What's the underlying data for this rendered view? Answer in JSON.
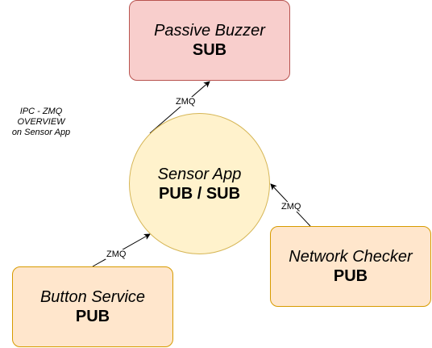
{
  "note": {
    "line1": "IPC - ZMQ",
    "line2": "OVERVIEW",
    "line3": "on Sensor App"
  },
  "nodes": {
    "buzzer": {
      "name": "Passive Buzzer",
      "role": "SUB"
    },
    "sensor": {
      "name": "Sensor App",
      "role": "PUB / SUB"
    },
    "button": {
      "name": "Button Service",
      "role": "PUB"
    },
    "network": {
      "name": "Network Checker",
      "role": "PUB"
    }
  },
  "edges": [
    {
      "from": "sensor",
      "to": "buzzer",
      "label": "ZMQ"
    },
    {
      "from": "button",
      "to": "sensor",
      "label": "ZMQ"
    },
    {
      "from": "network",
      "to": "sensor",
      "label": "ZMQ"
    }
  ],
  "colors": {
    "sub_fill": "#f8cecc",
    "sub_stroke": "#b85450",
    "pub_fill": "#ffe6cc",
    "pub_stroke": "#d79b00",
    "app_fill": "#fff2cc",
    "app_stroke": "#d6b656"
  }
}
